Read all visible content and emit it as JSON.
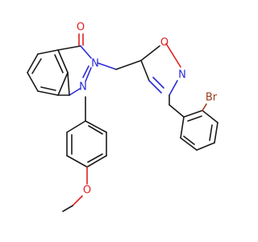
{
  "colors": {
    "bond": "#1a1a1a",
    "nitrogen": "#2a2ad6",
    "oxygen": "#e02020",
    "bromine": "#9b3a1a"
  },
  "atoms": {
    "carbonyl_oxygen": "O",
    "lactam_nitrogen": "N",
    "hydrazone_nitrogen": "N",
    "oxadiazole_oxygen": "O",
    "oxadiazole_nitrogen": "N",
    "bromine": "Br",
    "methoxy_oxygen": "O"
  }
}
